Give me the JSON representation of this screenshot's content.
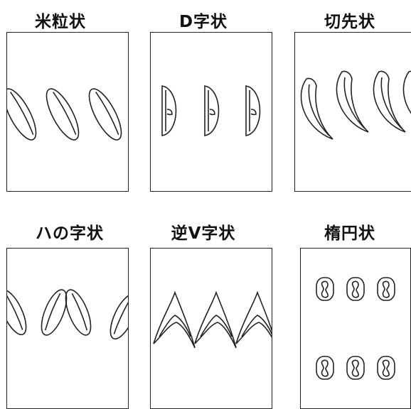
{
  "patterns": [
    {
      "id": "rice-grain",
      "label": "米粒状"
    },
    {
      "id": "d-shape",
      "label": "D字状"
    },
    {
      "id": "cut-tip",
      "label": "切先状"
    },
    {
      "id": "ha-shape",
      "label": "ハの字状"
    },
    {
      "id": "inverted-v",
      "label": "逆V字状"
    },
    {
      "id": "ellipse",
      "label": "楕円状"
    }
  ],
  "colors": {
    "stroke": "#222222",
    "background": "#ffffff"
  }
}
